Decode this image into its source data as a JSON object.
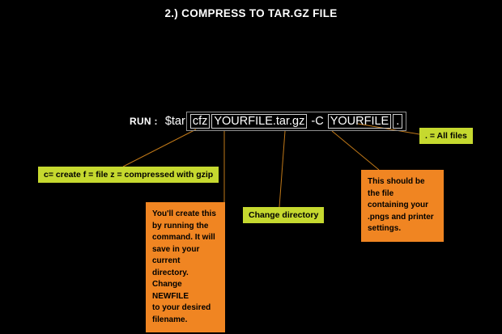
{
  "title": "2.) COMPRESS TO TAR.GZ FILE",
  "command": {
    "run_label": "RUN :",
    "prefix": "$tar",
    "flags": "cfz",
    "filename": "YOURFILE.tar.gz",
    "change_dir_flag": "-C",
    "directory": "YOURFILE",
    "dot": "."
  },
  "callouts": {
    "all_files": ". = All files",
    "flags_legend": "c= create f = file z = compressed with gzip",
    "change_directory": "Change directory",
    "output_note": "You'll create this\nby running the\ncommand. It will\nsave in your\ncurrent directory.\nChange NEWFILE\nto your desired\nfilename.",
    "source_note": "This should be\nthe file\ncontaining your\n.pngs and printer\nsettings."
  },
  "colors": {
    "background": "#000000",
    "label_background": "#c6d92f",
    "note_background": "#f08522",
    "connector_line": "#c07818",
    "command_text": "#ffffff",
    "command_box_border": "#cfcfcf"
  }
}
